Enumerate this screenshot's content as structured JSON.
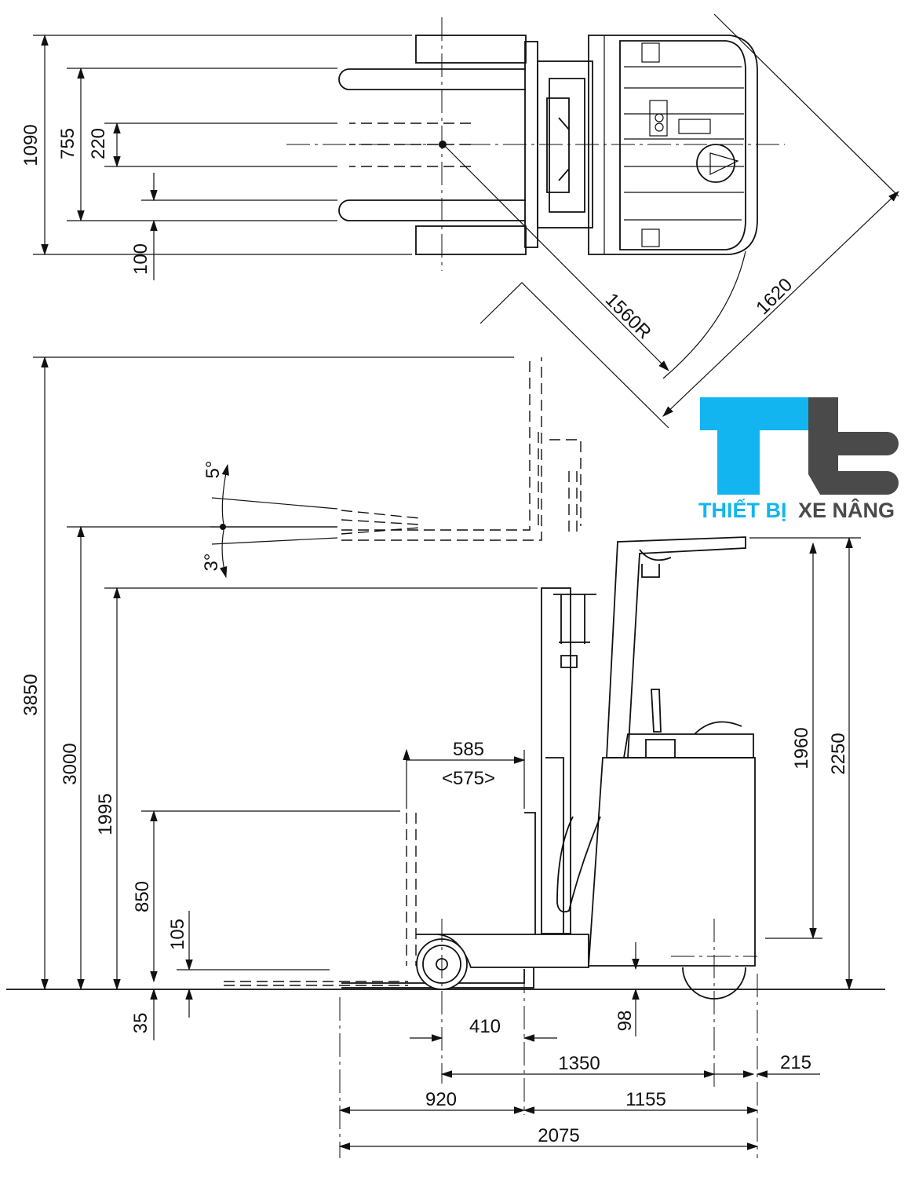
{
  "top_view": {
    "overall_width": "1090",
    "fork_spread": "755",
    "fork_inner": "220",
    "fork_width": "100",
    "turning_radius": "1560R",
    "right_angle_stack": "1620"
  },
  "side_view": {
    "tilt_forward": "5°",
    "tilt_backward": "3°",
    "max_lift_height": "3850",
    "lift_height": "3000",
    "lowered_mast_height": "1995",
    "free_lift": "850",
    "fork_height_105": "105",
    "fork_thickness": "35",
    "reach_stroke": "585",
    "reach_stroke_alt": "<575>",
    "overhead_guard_height": "2250",
    "platform_height": "1960",
    "ground_clearance": "98",
    "front_overhang": "410",
    "wheelbase": "1350",
    "rear_overhang": "215",
    "fork_to_face": "920",
    "body_length": "1155",
    "overall_length": "2075"
  },
  "logo": {
    "brand_part1": "THIẾT BỊ",
    "brand_part2": "XE NÂNG",
    "blue": "#12b5f0",
    "gray": "#4a4a4a"
  }
}
